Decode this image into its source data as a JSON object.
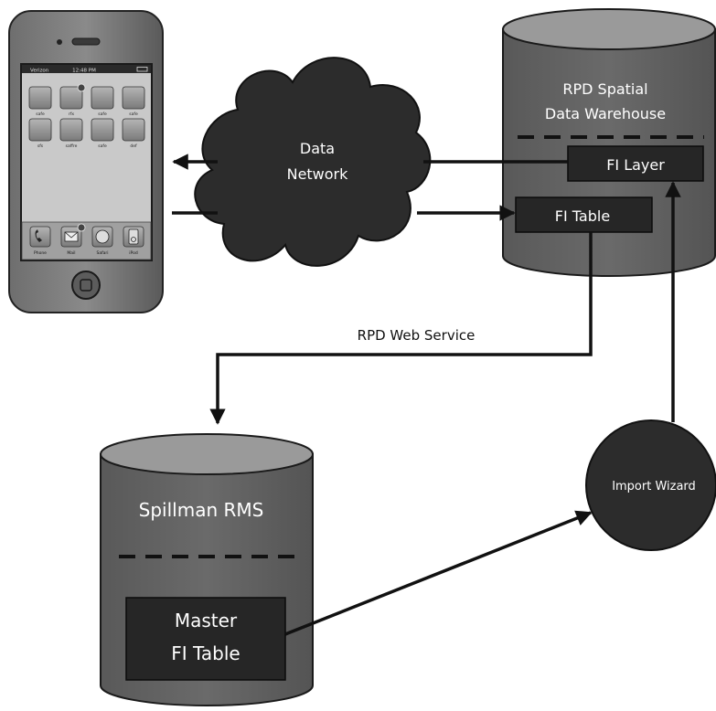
{
  "diagram": {
    "network": {
      "line1": "Data",
      "line2": "Network"
    },
    "warehouse": {
      "title_line1": "RPD Spatial",
      "title_line2": "Data Warehouse"
    },
    "fi_layer": {
      "label": "FI Layer"
    },
    "fi_table": {
      "label": "FI Table"
    },
    "web_service": {
      "label": "RPD Web Service"
    },
    "rms": {
      "title": "Spillman RMS"
    },
    "master_table": {
      "line1": "Master",
      "line2": "FI Table"
    },
    "import_wizard": {
      "label": "Import Wizard"
    },
    "phone": {
      "status_carrier": "Verizon",
      "status_time": "12:48 PM",
      "app_labels": [
        "safe",
        "rfx",
        "safe",
        "safe",
        "sfs",
        "saffre",
        "safe",
        "def"
      ],
      "dock_labels": [
        "Phone",
        "Mail",
        "Safari",
        "iPod"
      ]
    }
  }
}
